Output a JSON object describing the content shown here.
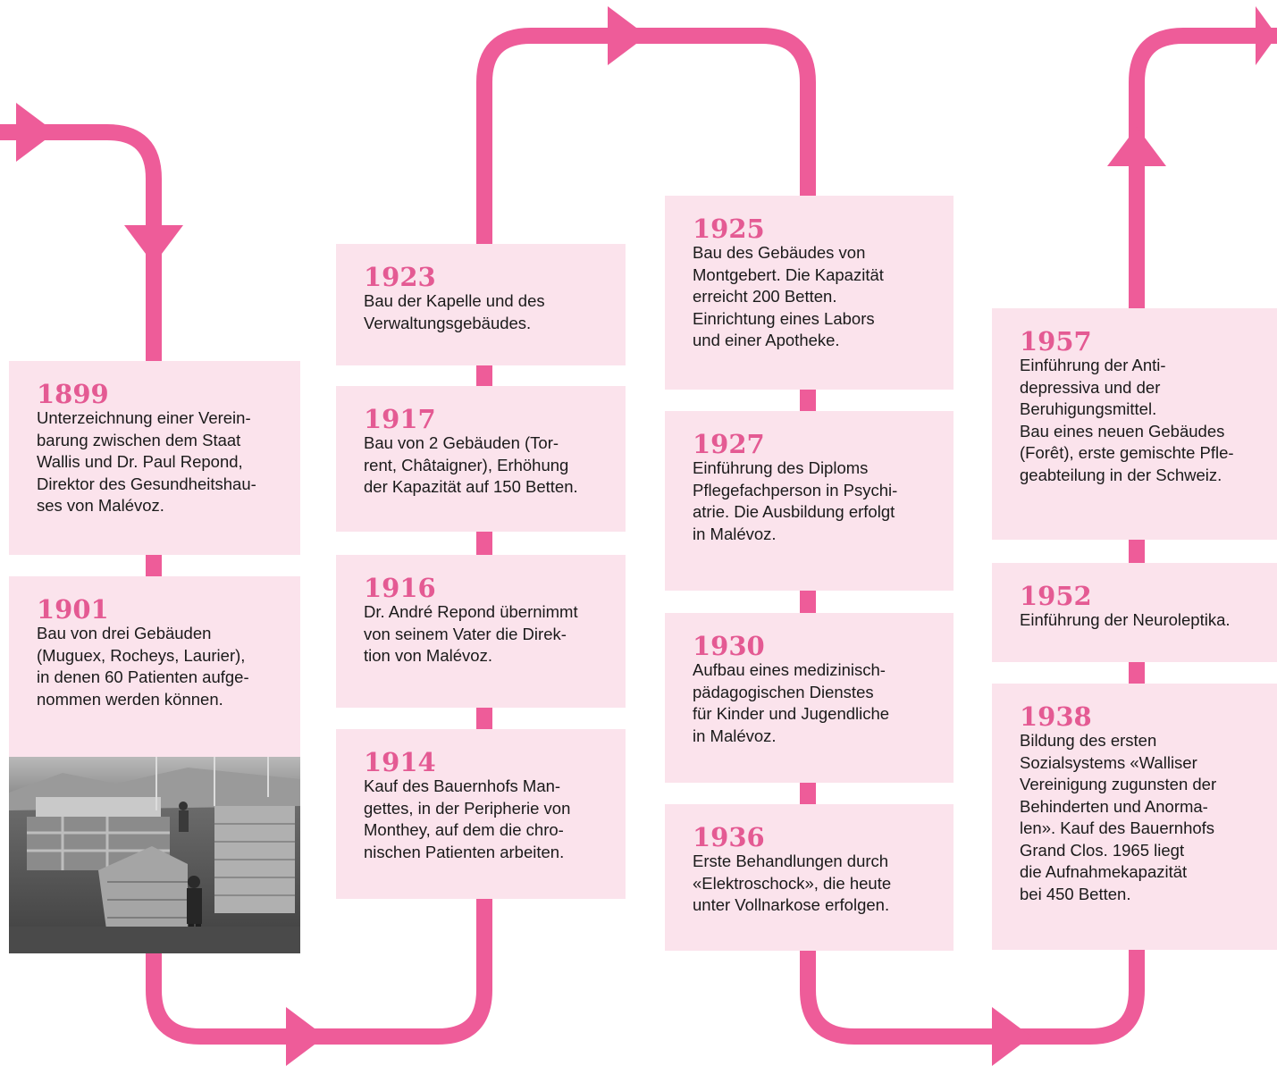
{
  "colors": {
    "path": "#ee5c99",
    "card_background": "#fbe3ec",
    "year": "#e45a93",
    "text": "#1a1a1a"
  },
  "events": [
    {
      "year": "1899",
      "text": "Unterzeichnung einer Verein-\nbarung zwischen dem Staat\nWallis und Dr. Paul Repond,\nDirektor des Gesundheitshau-\nses von Malévoz."
    },
    {
      "year": "1901",
      "text": "Bau von drei Gebäuden\n(Muguex, Rocheys, Laurier),\nin denen 60 Patienten aufge-\nnommen werden können."
    },
    {
      "year": "1923",
      "text": "Bau der Kapelle und des\nVerwaltungsgebäudes."
    },
    {
      "year": "1917",
      "text": "Bau von 2 Gebäuden (Tor-\nrent, Châtaigner), Erhöhung\nder Kapazität auf 150 Betten."
    },
    {
      "year": "1916",
      "text": "Dr. André Repond übernimmt\nvon seinem Vater die Direk-\ntion von Malévoz."
    },
    {
      "year": "1914",
      "text": "Kauf des Bauernhofs Man-\ngettes, in der Peripherie von\nMonthey, auf dem die chro-\nnischen Patienten arbeiten."
    },
    {
      "year": "1925",
      "text": "Bau des Gebäudes von\nMontgebert. Die Kapazität\nerreicht 200 Betten.\nEinrichtung eines Labors\nund einer Apotheke."
    },
    {
      "year": "1927",
      "text": "Einführung des Diploms\nPflegefachperson in Psychi-\natrie. Die Ausbildung erfolgt\nin Malévoz."
    },
    {
      "year": "1930",
      "text": "Aufbau eines medizinisch-\npädagogischen Dienstes\nfür Kinder und Jugendliche\nin Malévoz."
    },
    {
      "year": "1936",
      "text": "Erste Behandlungen durch\n«Elektroschock», die heute\nunter Vollnarkose erfolgen."
    },
    {
      "year": "1957",
      "text": "Einführung der Anti-\ndepressiva und der\nBeruhigungsmittel.\nBau eines neuen Gebäudes\n(Forêt), erste gemischte Pfle-\ngeabteilung in der Schweiz."
    },
    {
      "year": "1952",
      "text": "Einführung der Neuroleptika."
    },
    {
      "year": "1938",
      "text": "Bildung des ersten\nSozialsystems «Walliser\nVereinigung zugunsten der\nBehinderten und Anorma-\nlen». Kauf des Bauernhofs\nGrand Clos. 1965 liegt\ndie Aufnahmekapazität\nbei 450 Betten."
    }
  ]
}
